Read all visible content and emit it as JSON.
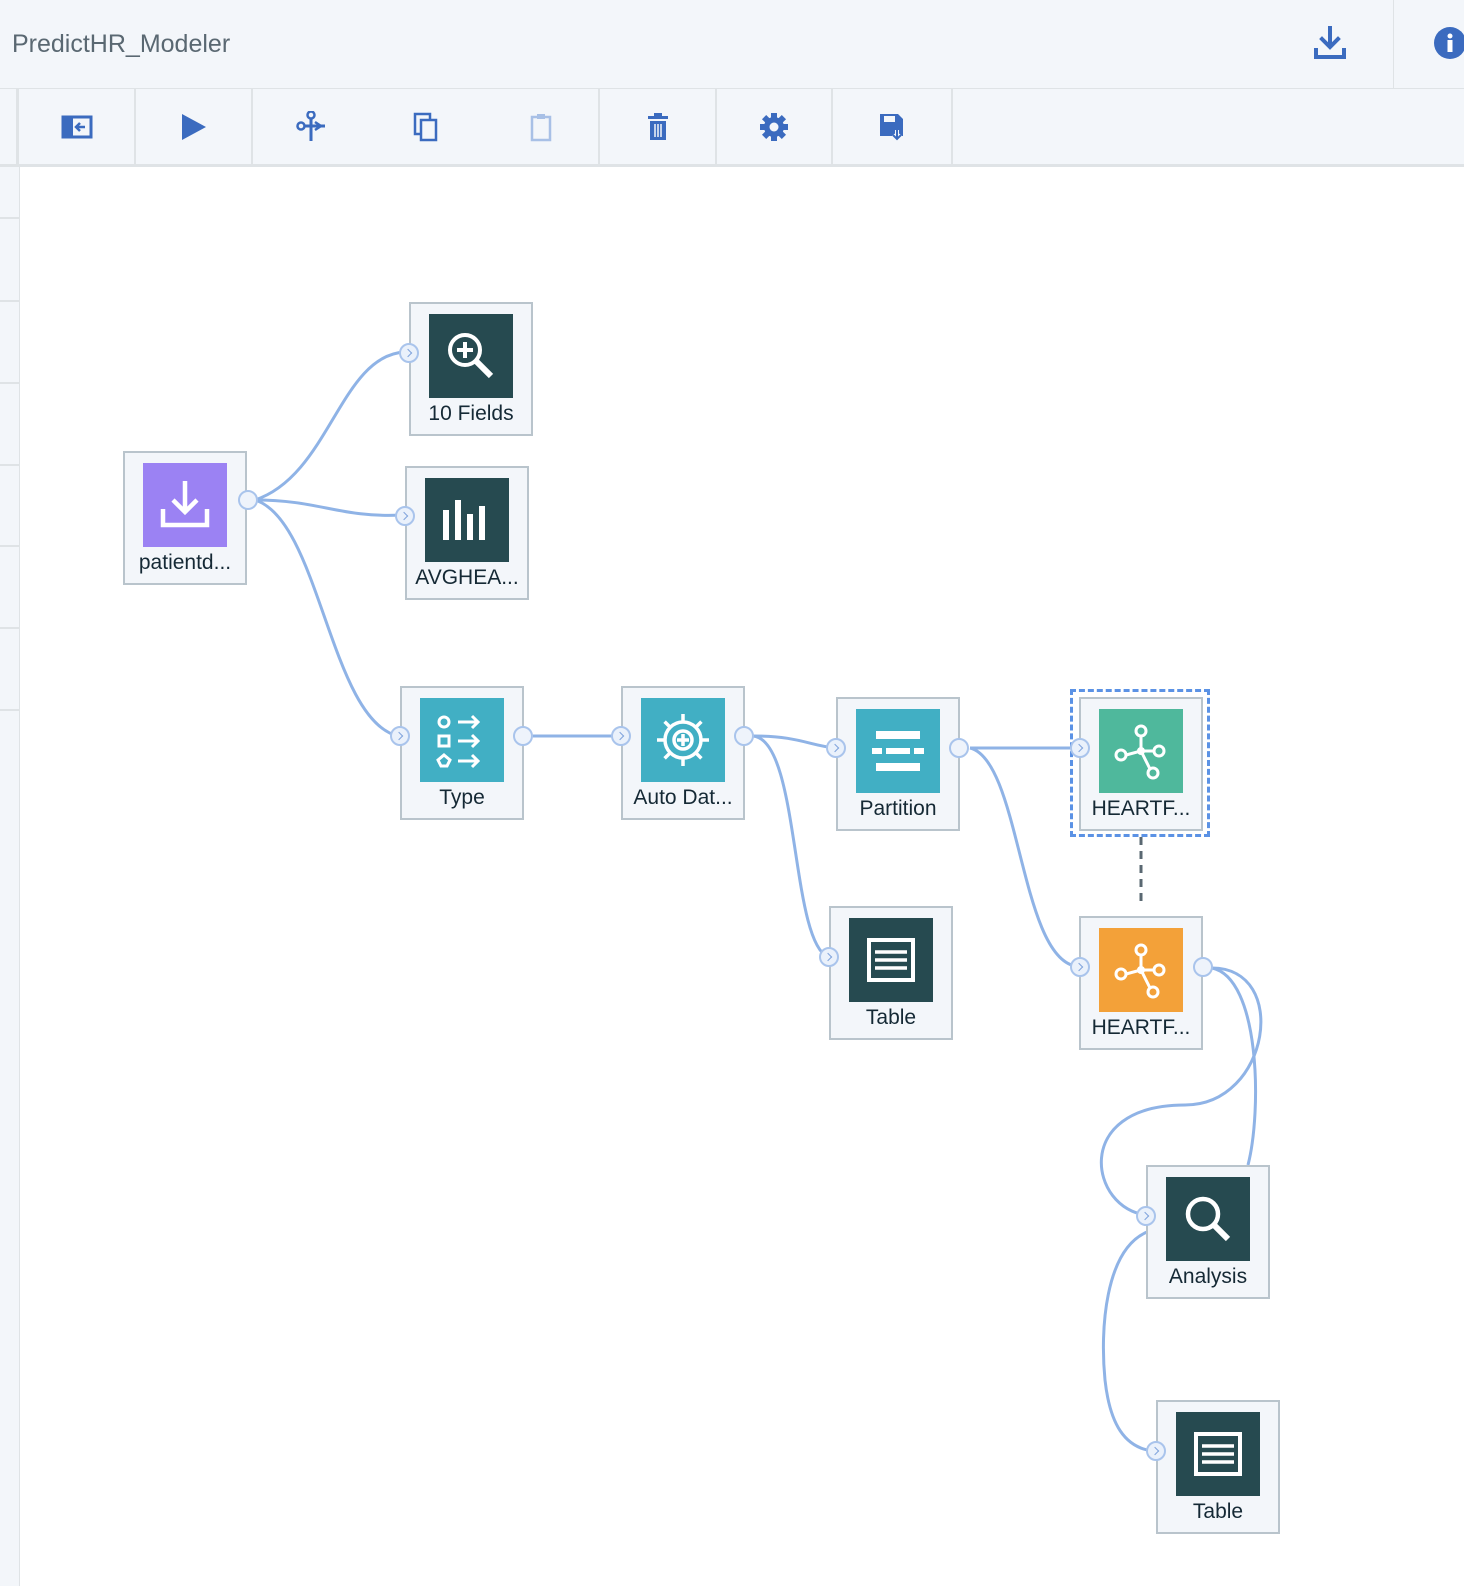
{
  "header": {
    "title": "PredictHR_Modeler",
    "download_icon": "download-icon",
    "info_icon": "info-icon"
  },
  "toolbar": {
    "buttons": [
      {
        "name": "toggle-palette-button",
        "icon": "palette-toggle-icon"
      },
      {
        "name": "run-button",
        "icon": "play-icon"
      },
      {
        "name": "cut-button",
        "icon": "scissors-icon"
      },
      {
        "name": "copy-button",
        "icon": "copy-icon"
      },
      {
        "name": "paste-button",
        "icon": "clipboard-icon"
      },
      {
        "name": "delete-button",
        "icon": "trash-icon"
      },
      {
        "name": "settings-button",
        "icon": "gear-icon"
      },
      {
        "name": "save-button",
        "icon": "save-icon"
      }
    ]
  },
  "colors": {
    "link": "#8fb3e6",
    "import_tile": "#9b82f3",
    "output_tile": "#264a50",
    "record_op_tile": "#41afc4",
    "model_tile": "#4fb89c",
    "nugget_tile": "#f3a139",
    "selection": "#5b92e5"
  },
  "nodes": {
    "patientdata": {
      "label": "patientd...",
      "icon": "import-icon"
    },
    "data_audit": {
      "label": "10 Fields",
      "icon": "data-audit-icon"
    },
    "graph": {
      "label": "AVGHEA...",
      "icon": "histogram-icon"
    },
    "type": {
      "label": "Type",
      "icon": "type-icon"
    },
    "auto_data_prep": {
      "label": "Auto Dat...",
      "icon": "auto-data-prep-icon"
    },
    "partition": {
      "label": "Partition",
      "icon": "partition-icon"
    },
    "model_builder": {
      "label": "HEARTF...",
      "icon": "model-network-icon"
    },
    "model_nugget": {
      "label": "HEARTF...",
      "icon": "model-nugget-icon"
    },
    "table_1": {
      "label": "Table",
      "icon": "table-icon"
    },
    "analysis": {
      "label": "Analysis",
      "icon": "analysis-icon"
    },
    "table_2": {
      "label": "Table",
      "icon": "table-icon"
    }
  }
}
